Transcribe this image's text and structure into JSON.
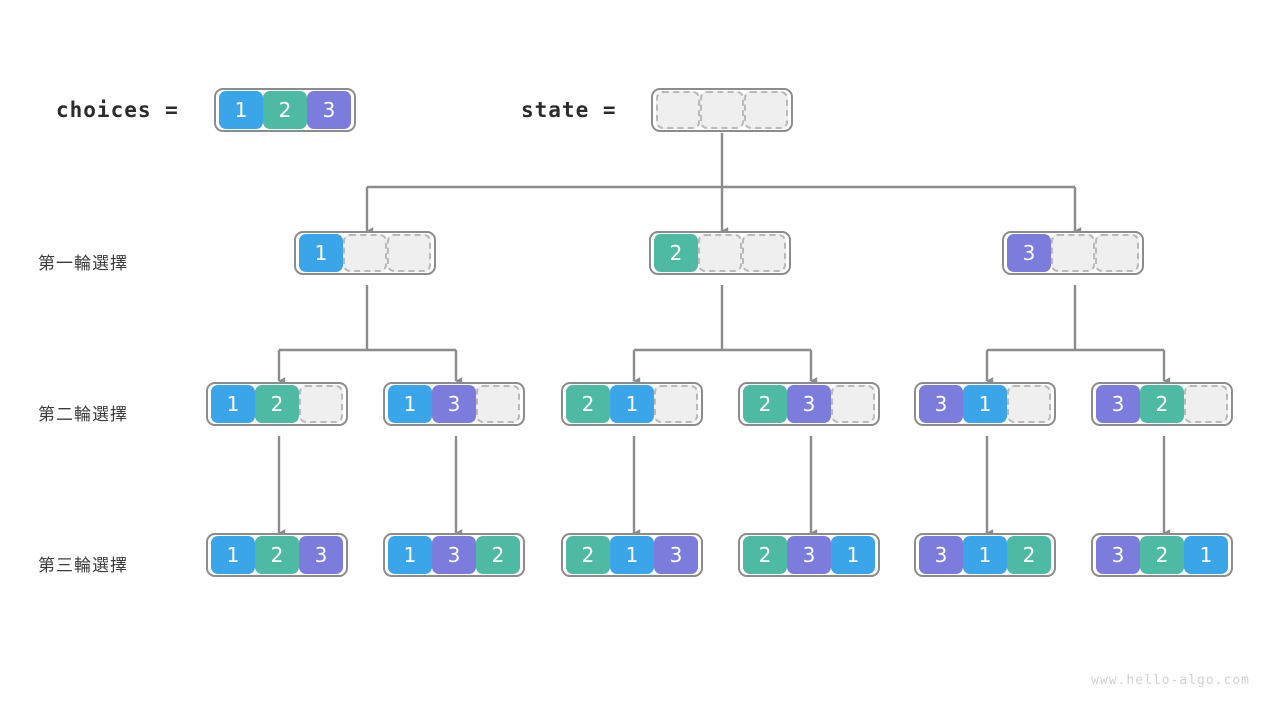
{
  "diagram": {
    "title": "permutation-backtracking-tree",
    "watermark": "www.hello-algo.com",
    "colors": {
      "value_1": "#3ba5ea",
      "value_2": "#4fbaa4",
      "value_3": "#7b7cdc",
      "empty_cell": "#efefef",
      "box_border": "#8c8c8c",
      "connector": "#8c8c8c",
      "background": "#ffffff"
    }
  },
  "header": {
    "choices_label": "choices =",
    "choices_values": [
      "1",
      "2",
      "3"
    ],
    "state_label": "state =",
    "state_values": [
      "",
      "",
      ""
    ]
  },
  "row_labels": [
    "第一輪選擇",
    "第二輪選擇",
    "第三輪選擇"
  ],
  "levels": [
    {
      "name": "round-1",
      "label": "第一輪選擇",
      "nodes": [
        {
          "cells": [
            "1",
            "",
            ""
          ]
        },
        {
          "cells": [
            "2",
            "",
            ""
          ]
        },
        {
          "cells": [
            "3",
            "",
            ""
          ]
        }
      ]
    },
    {
      "name": "round-2",
      "label": "第二輪選擇",
      "nodes": [
        {
          "cells": [
            "1",
            "2",
            ""
          ]
        },
        {
          "cells": [
            "1",
            "3",
            ""
          ]
        },
        {
          "cells": [
            "2",
            "1",
            ""
          ]
        },
        {
          "cells": [
            "2",
            "3",
            ""
          ]
        },
        {
          "cells": [
            "3",
            "1",
            ""
          ]
        },
        {
          "cells": [
            "3",
            "2",
            ""
          ]
        }
      ]
    },
    {
      "name": "round-3",
      "label": "第三輪選擇",
      "nodes": [
        {
          "cells": [
            "1",
            "2",
            "3"
          ]
        },
        {
          "cells": [
            "1",
            "3",
            "2"
          ]
        },
        {
          "cells": [
            "2",
            "1",
            "3"
          ]
        },
        {
          "cells": [
            "2",
            "3",
            "1"
          ]
        },
        {
          "cells": [
            "3",
            "1",
            "2"
          ]
        },
        {
          "cells": [
            "3",
            "2",
            "1"
          ]
        }
      ]
    }
  ]
}
